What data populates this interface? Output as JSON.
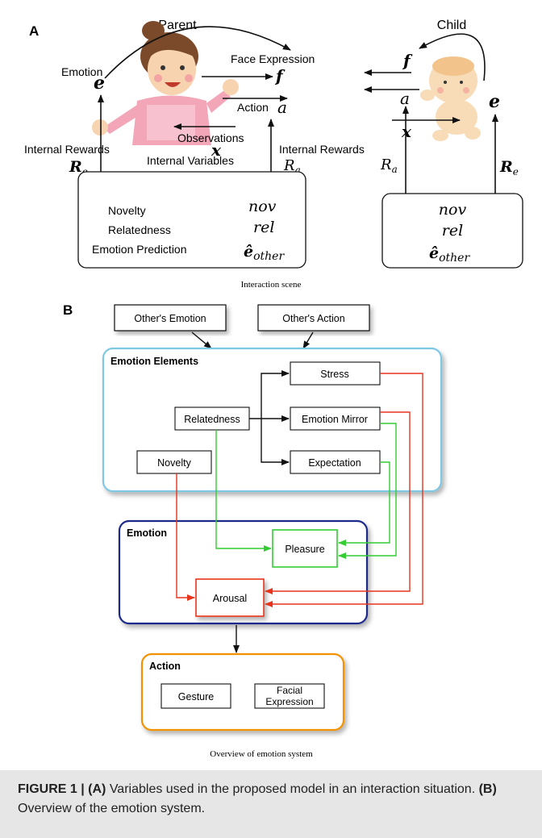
{
  "panel_a": {
    "label": "A",
    "parent_label": "Parent",
    "child_label": "Child",
    "emotion_label": "Emotion",
    "face_expression_label": "Face Expression",
    "action_label": "Action",
    "observations_label": "Observations",
    "internal_rewards_left": "Internal Rewards",
    "internal_rewards_right": "Internal Rewards",
    "internal_variables_label": "Internal Variables",
    "symbol_e": "e",
    "symbol_f": "f",
    "symbol_a": "a",
    "symbol_x": "x",
    "symbol_R": "R",
    "sub_e": "e",
    "sub_a": "a",
    "var_names": [
      "Novelty",
      "Relatedness",
      "Emotion Prediction"
    ],
    "var_nov": "nov",
    "var_rel": "rel",
    "var_e_hat": "ê",
    "var_e_hat_sub": "other",
    "caption": "Interaction scene"
  },
  "panel_b": {
    "label": "B",
    "other_emotion": "Other's Emotion",
    "other_action": "Other's Action",
    "emotion_elements_title": "Emotion Elements",
    "stress": "Stress",
    "relatedness": "Relatedness",
    "emotion_mirror": "Emotion Mirror",
    "novelty": "Novelty",
    "expectation": "Expectation",
    "emotion_title": "Emotion",
    "pleasure": "Pleasure",
    "arousal": "Arousal",
    "action_title": "Action",
    "gesture": "Gesture",
    "facial_expression_line1": "Facial",
    "facial_expression_line2": "Expression",
    "caption": "Overview of emotion system"
  },
  "figure_caption": {
    "prefix": "FIGURE 1 | ",
    "a_tag": "(A)",
    "a_text": " Variables used in the proposed model in an interaction situation. ",
    "b_tag": "(B)",
    "b_text": " Overview of the emotion system."
  },
  "colors": {
    "emotion_elements_border": "#7ec8e3",
    "emotion_border": "#1f2a8c",
    "action_border": "#f39200",
    "pleasure_green": "#33cc33",
    "arousal_red": "#e8341c",
    "caption_band": "#e6e6e6"
  }
}
